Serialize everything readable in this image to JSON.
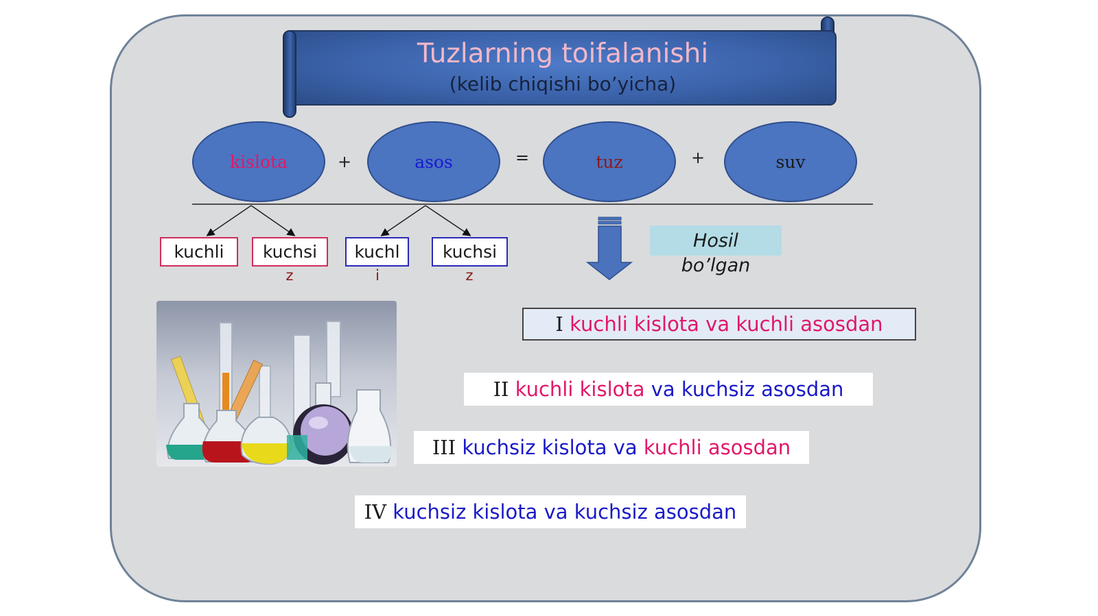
{
  "title": "Tuzlarning toifalanishi",
  "subtitle": "(kelib chiqishi bo’yicha)",
  "equation": {
    "terms": [
      {
        "label": "kislota",
        "color": "#e0186a"
      },
      {
        "label": "asos",
        "color": "#1a1ad0"
      },
      {
        "label": "tuz",
        "color": "#8b1a1a"
      },
      {
        "label": "suv",
        "color": "#1a1a1a"
      }
    ],
    "operators": [
      "+",
      "=",
      "+"
    ]
  },
  "branches": [
    {
      "main": "kuchli",
      "overflow": "",
      "border": "red"
    },
    {
      "main": "kuchsi",
      "overflow": "z",
      "border": "red"
    },
    {
      "main": "kuchl",
      "overflow": "i",
      "border": "blue"
    },
    {
      "main": "kuchsi",
      "overflow": "z",
      "border": "blue"
    }
  ],
  "result_label": {
    "line1": "Hosil",
    "line2": "bo’lgan"
  },
  "types": [
    {
      "num": "I",
      "p1": "kuchli kislota",
      "p2": "va",
      "p3": "kuchli asosdan"
    },
    {
      "num": "II",
      "p1": "kuchli kislota",
      "p2": "va",
      "p3": "kuchsiz asosdan"
    },
    {
      "num": "III",
      "p1": "kuchsiz kislota",
      "p2": "va",
      "p3": "kuchli asosdan"
    },
    {
      "num": "IV",
      "p1": "kuchsiz kislota",
      "p2": "va",
      "p3": "kuchsiz asosdan"
    }
  ],
  "colors": {
    "accent_pink": "#e0186a",
    "accent_blue": "#1a1ac8",
    "banner": "#3c63ab",
    "ellipse": "#4b74c1"
  }
}
